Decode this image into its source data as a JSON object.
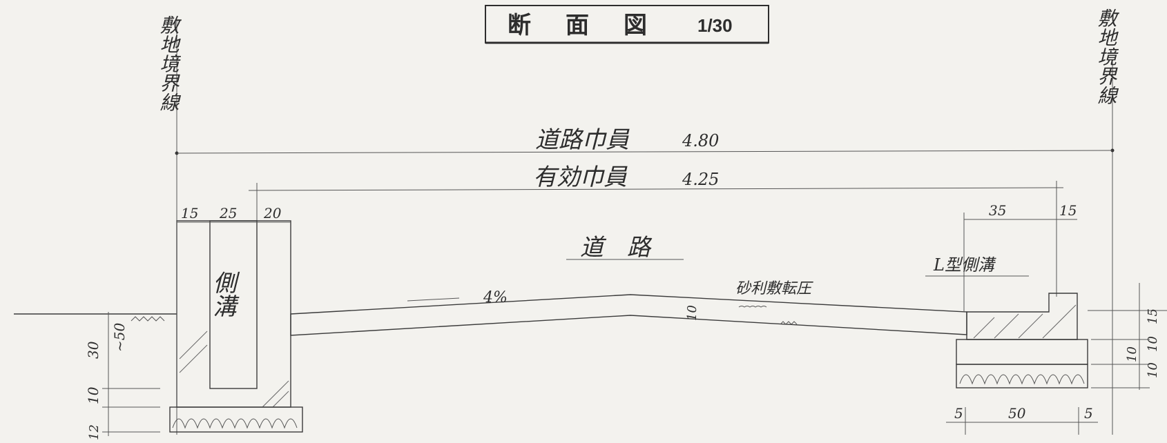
{
  "title": {
    "main": "断　面　図",
    "scale": "1/30"
  },
  "boundary_left": "敷地境界線",
  "boundary_right": "敷地境界線",
  "road_width": {
    "label": "道路巾員",
    "value": "4.80"
  },
  "effective_width": {
    "label": "有効巾員",
    "value": "4.25"
  },
  "road_label": "道　路",
  "left_ditch": {
    "label": "側溝",
    "dims_top": [
      "15",
      "25",
      "20"
    ],
    "dims_left": [
      "30",
      "~50",
      "10",
      "12"
    ]
  },
  "slope": "4%",
  "thickness": "10",
  "gravel_note": "砂利敷転圧",
  "l_gutter": {
    "label": "L型側溝",
    "dims_top": [
      "35",
      "15"
    ],
    "dims_right": [
      "15",
      "10",
      "10",
      "10"
    ],
    "dims_bottom": [
      "5",
      "50",
      "5"
    ]
  }
}
